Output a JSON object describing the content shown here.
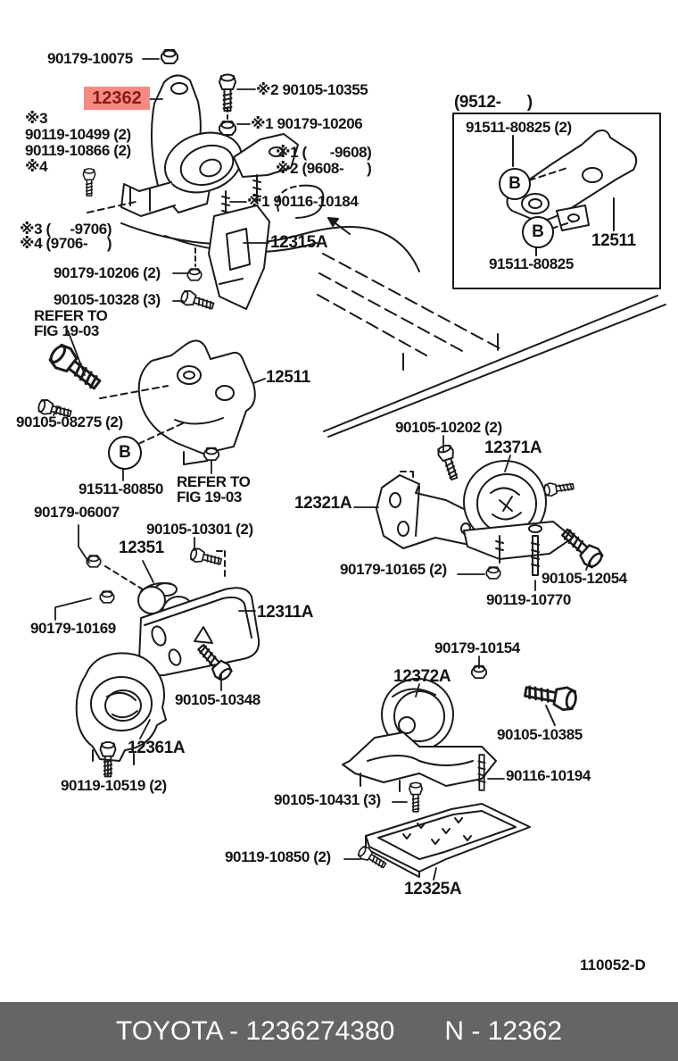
{
  "highlight": {
    "text": "12362",
    "bg_color": "#f48a82",
    "text_color": "#8b1a14"
  },
  "callouts": {
    "c90179_10075": "90179-10075",
    "note3": "※3",
    "c90119_10499": "90119-10499 (2)",
    "c90119_10866": "90119-10866 (2)",
    "note4": "※4",
    "c90105_10355": "※2 90105-10355",
    "c90179_10206": "※1 90179-10206",
    "range_a": "※1 (      -9608)",
    "range_b": "※2 (9608-      )",
    "c90116_10184": "※1 90116-10184",
    "c12315A": "12315A",
    "range_c": "※3 (     -9706)",
    "range_d": "※4 (9706-     )",
    "c90179_10206_2": "90179-10206 (2)",
    "c90105_10328": "90105-10328 (3)",
    "refer1_line1": "REFER TO",
    "refer1_line2": "FIG 19-03",
    "c12511": "12511",
    "c90105_08275": "90105-08275 (2)",
    "marker_b": "B",
    "c91511_80850": "91511-80850",
    "refer2_line1": "REFER TO",
    "refer2_line2": "FIG 19-03",
    "c90179_06007": "90179-06007",
    "c90105_10301": "90105-10301 (2)",
    "c12351": "12351",
    "c90179_10169": "90179-10169",
    "c12311A": "12311A",
    "c90105_10348": "90105-10348",
    "c12361A": "12361A",
    "c90119_10519": "90119-10519 (2)",
    "c90105_10202": "90105-10202 (2)",
    "c12371A": "12371A",
    "c12321A": "12321A",
    "c90179_10165": "90179-10165 (2)",
    "c90105_12054": "90105-12054",
    "c90119_10770": "90119-10770",
    "c90179_10154": "90179-10154",
    "c12372A": "12372A",
    "c90105_10385": "90105-10385",
    "c90116_10194": "90116-10194",
    "c90105_10431": "90105-10431 (3)",
    "c90119_10850": "90119-10850 (2)",
    "c12325A": "12325A"
  },
  "inset": {
    "title": "(9512-      )",
    "c91511_80825_2": "91511-80825 (2)",
    "marker_b1": "B",
    "marker_b2": "B",
    "c12511": "12511",
    "c91511_80825": "91511-80825"
  },
  "figure_code": "110052-D",
  "footer": {
    "brand_part": "TOYOTA - 1236274380",
    "number": "N - 12362",
    "bg_color": "#656565",
    "text_color": "#ffffff"
  }
}
